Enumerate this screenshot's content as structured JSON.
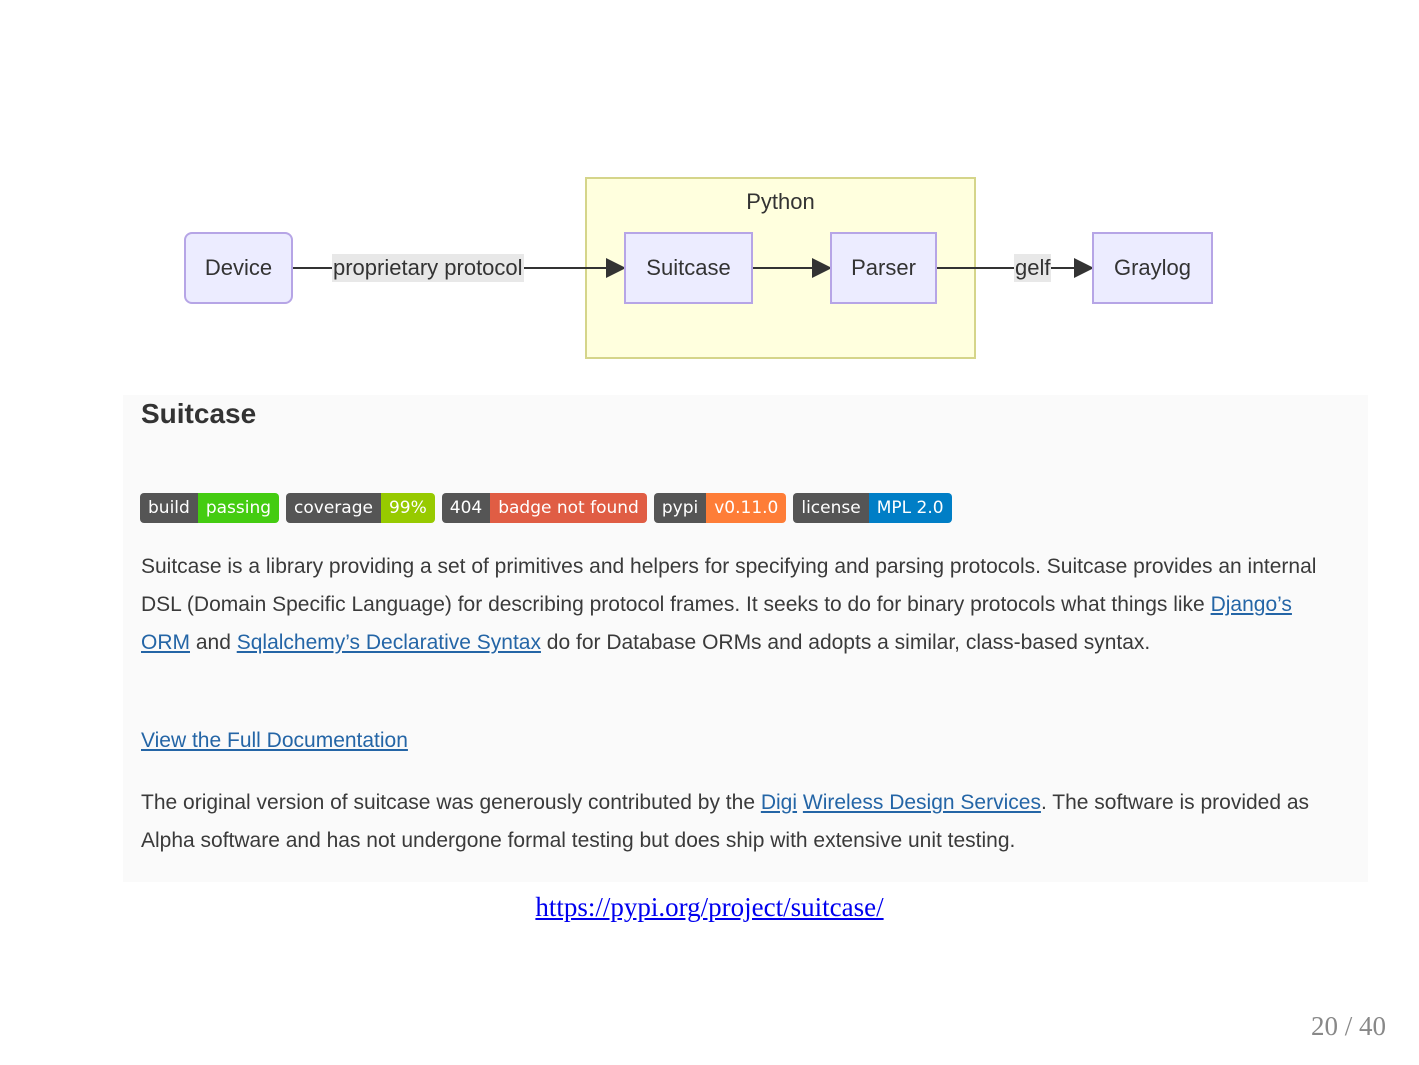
{
  "diagram": {
    "group_label": "Python",
    "nodes": {
      "device": "Device",
      "suitcase": "Suitcase",
      "parser": "Parser",
      "graylog": "Graylog"
    },
    "edges": {
      "proto": "proprietary protocol",
      "gelf": "gelf"
    }
  },
  "readme": {
    "title": "Suitcase",
    "badges": [
      {
        "left": "build",
        "right": "passing",
        "color": "#4c1"
      },
      {
        "left": "coverage",
        "right": "99%",
        "color": "#97ca00"
      },
      {
        "left": "404",
        "right": "badge not found",
        "color": "#e05d44"
      },
      {
        "left": "pypi",
        "right": "v0.11.0",
        "color": "#fe7d37"
      },
      {
        "left": "license",
        "right": "MPL 2.0",
        "color": "#007ec6"
      }
    ],
    "p1": {
      "a": "Suitcase is a library providing a set of primitives and helpers for specifying and parsing protocols. Suitcase provides an internal DSL (Domain Specific Language) for describing protocol frames. It seeks to do for binary protocols what things like ",
      "link1": "Django’s ORM",
      "b": " and ",
      "link2": "Sqlalchemy’s Declarative Syntax",
      "c": " do for Database ORMs and adopts a similar, class-based syntax."
    },
    "doc_link": "View the Full Documentation",
    "p2": {
      "a": "The original version of suitcase was generously contributed by the ",
      "link1": "Digi",
      "b": " ",
      "link2": "Wireless Design Services",
      "c": ". The software is provided as Alpha software and has not undergone formal testing but does ship with extensive unit testing."
    }
  },
  "source_url": "https://pypi.org/project/suitcase/",
  "page": "20 / 40"
}
